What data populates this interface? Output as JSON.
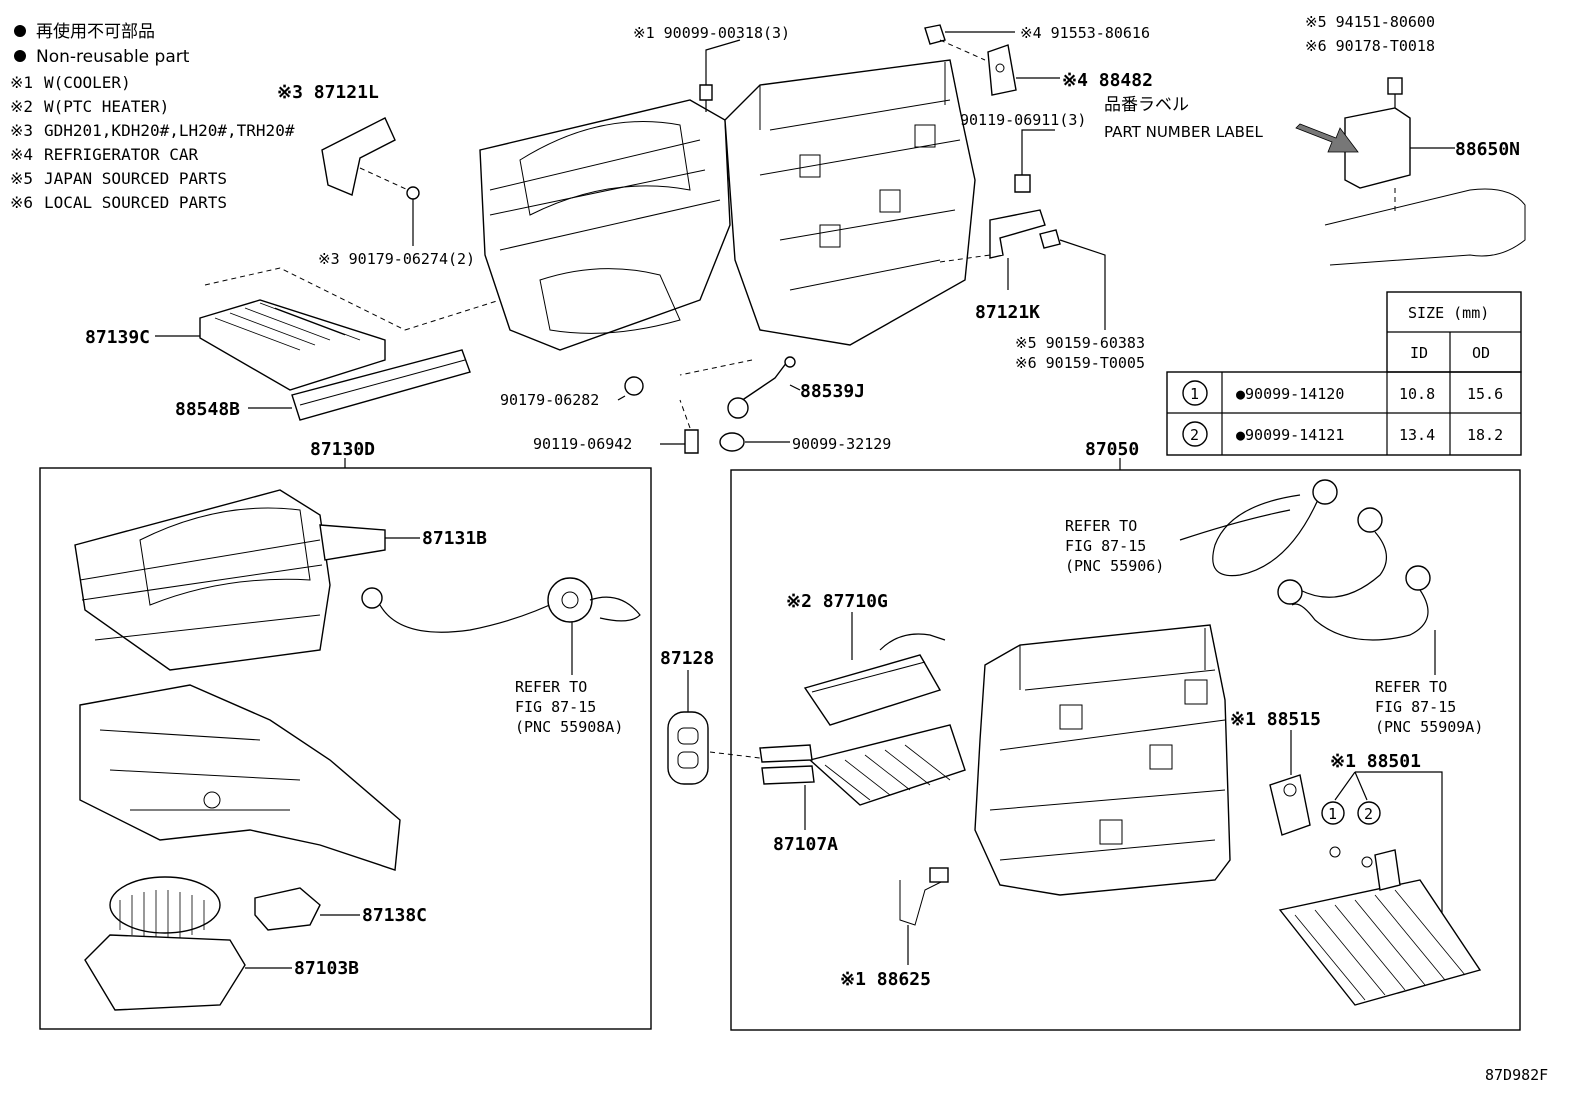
{
  "legend": [
    {
      "marker": "●",
      "text": "再使用不可部品"
    },
    {
      "marker": "●",
      "text": "Non-reusable part"
    },
    {
      "marker": "※1",
      "text": "W(COOLER)"
    },
    {
      "marker": "※2",
      "text": "W(PTC HEATER)"
    },
    {
      "marker": "※3",
      "text": "GDH201,KDH20#,LH20#,TRH20#"
    },
    {
      "marker": "※4",
      "text": "REFRIGERATOR CAR"
    },
    {
      "marker": "※5",
      "text": "JAPAN SOURCED PARTS"
    },
    {
      "marker": "※6",
      "text": "LOCAL SOURCED PARTS"
    }
  ],
  "callouts": {
    "c_87121L": "※3 87121L",
    "c_90179_06274": "※3 90179-06274(2)",
    "c_90099_00318": "※1 90099-00318(3)",
    "c_91553_80616": "※4 91553-80616",
    "c_88482": "※4 88482",
    "c_90119_06911": "90119-06911(3)",
    "c_label_jp": "品番ラベル",
    "c_label_en": "PART NUMBER LABEL",
    "c_94151": "※5 94151-80600",
    "c_90178": "※6 90178-T0018",
    "c_88650N": "88650N",
    "c_87139C": "87139C",
    "c_88548B": "88548B",
    "c_87121K": "87121K",
    "c_90159_60383": "※5 90159-60383",
    "c_90159_T0005": "※6 90159-T0005",
    "c_90179_06282": "90179-06282",
    "c_88539J": "88539J",
    "c_90119_06942": "90119-06942",
    "c_90099_32129": "90099-32129",
    "c_87130D": "87130D",
    "c_87050": "87050",
    "c_87131B": "87131B",
    "c_87138C": "87138C",
    "c_87103B": "87103B",
    "c_87128": "87128",
    "c_87710G": "※2 87710G",
    "c_87107A": "87107A",
    "c_88625": "※1 88625",
    "c_88515": "※1 88515",
    "c_88501": "※1 88501",
    "c_circle1": "1",
    "c_circle2": "2",
    "diagram_code": "87D982F"
  },
  "refers": {
    "r1": [
      "REFER TO",
      "FIG 87-15",
      "(PNC 55908A)"
    ],
    "r2": [
      "REFER TO",
      "FIG 87-15",
      "(PNC 55906)"
    ],
    "r3": [
      "REFER TO",
      "FIG 87-15",
      "(PNC 55909A)"
    ]
  },
  "size_table": {
    "title": "SIZE (mm)",
    "col_id": "ID",
    "col_od": "OD",
    "rows": [
      {
        "num": "1",
        "part": "●90099-14120",
        "id": "10.8",
        "od": "15.6"
      },
      {
        "num": "2",
        "part": "●90099-14121",
        "id": "13.4",
        "od": "18.2"
      }
    ]
  }
}
